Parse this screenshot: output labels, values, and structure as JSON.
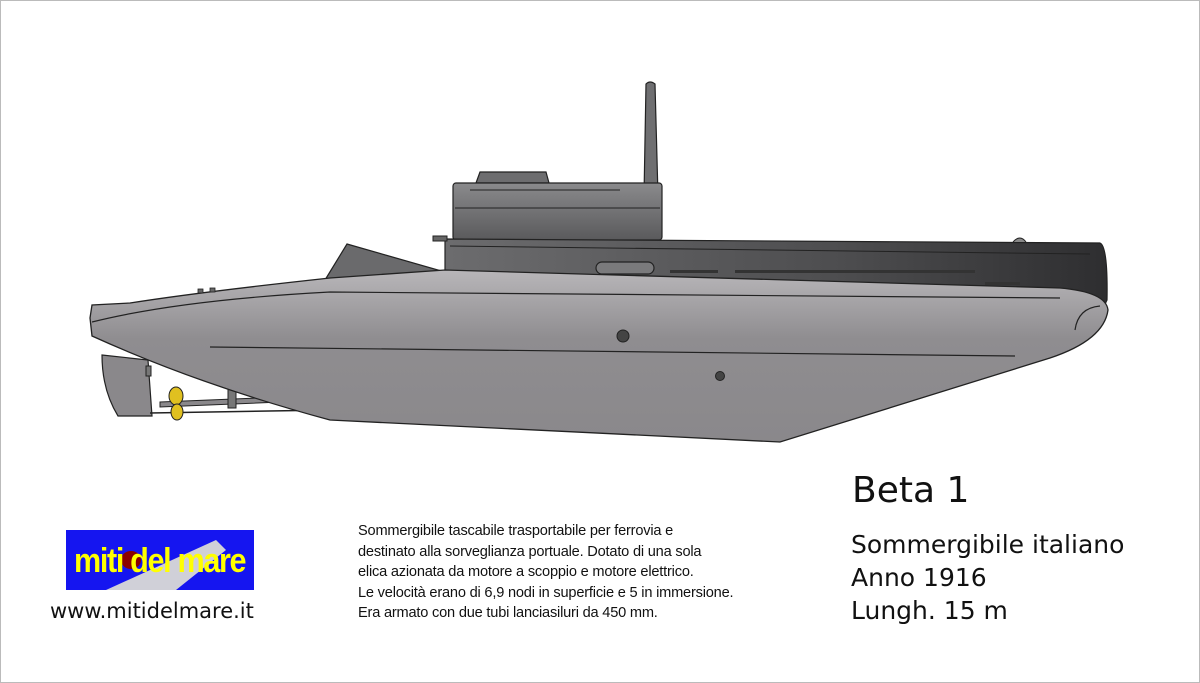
{
  "title": "Beta 1",
  "specs": [
    "Sommergibile italiano",
    "Anno 1916",
    "Lungh. 15 m"
  ],
  "description": [
    "Sommergibile tascabile trasportabile per ferrovia e",
    "destinato alla sorveglianza portuale. Dotato di una sola",
    "elica azionata da motore a scoppio e motore elettrico.",
    "Le velocità erano di 6,9 nodi in superficie e 5 in immersione.",
    "Era armato con due tubi lanciasiluri da 450 mm."
  ],
  "logo": {
    "text": "miti del mare"
  },
  "url": "www.mitidelmare.it",
  "colors": {
    "hull": "#8e8c8f",
    "deck": "#4a4a4c",
    "logo_bg": "#1515f0",
    "logo_text": "#ffff00",
    "propeller": "#e0c020"
  }
}
